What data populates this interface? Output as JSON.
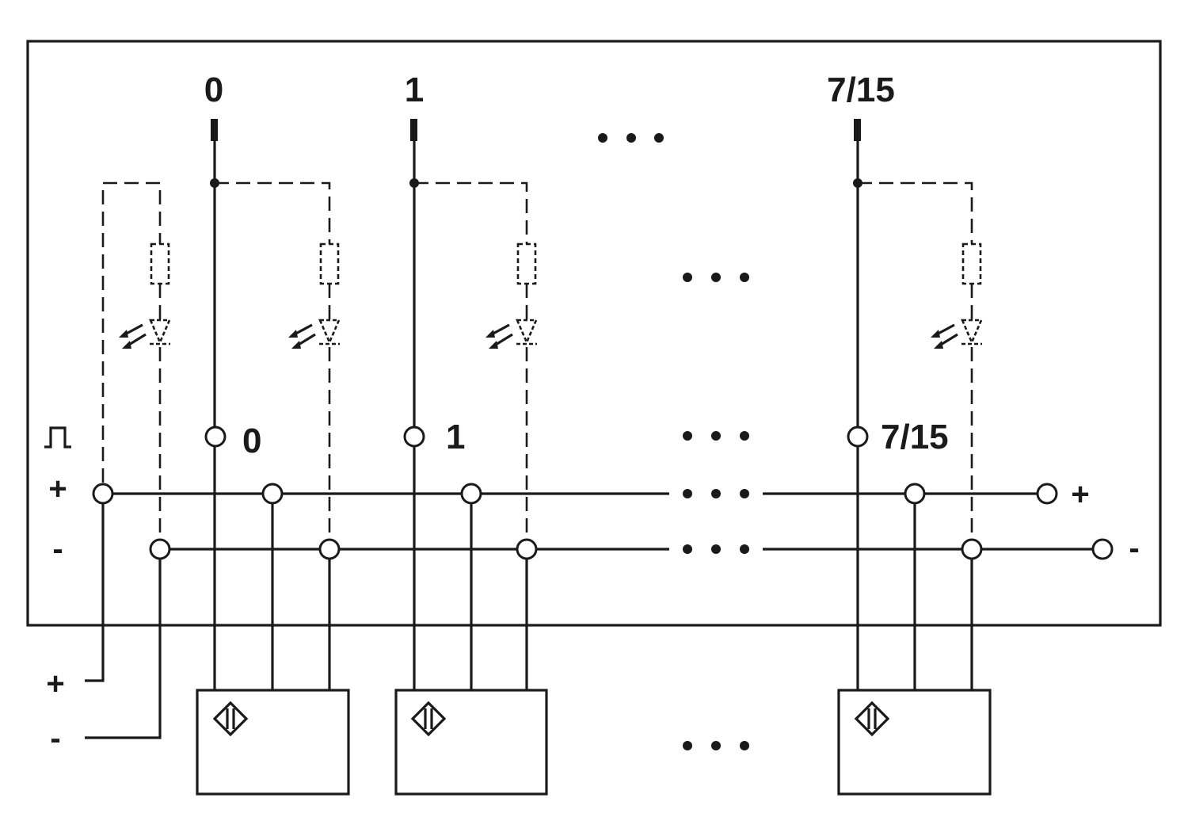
{
  "diagram": {
    "channels_top": [
      "0",
      "1",
      "7/15"
    ],
    "channels_terminal": [
      "0",
      "1",
      "7/15"
    ],
    "bus_plus_left": "+",
    "bus_minus_left": "-",
    "bus_plus_right": "+",
    "bus_minus_right": "-",
    "supply_plus": "+",
    "supply_minus": "-"
  }
}
